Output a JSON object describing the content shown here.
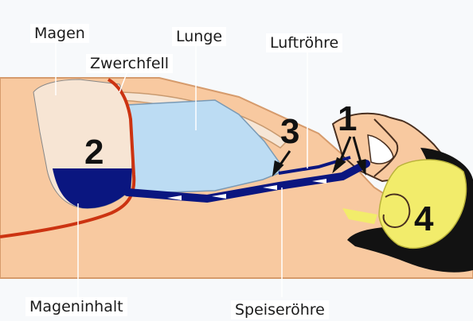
{
  "labels": {
    "magen": "Magen",
    "lunge": "Lunge",
    "zwerchfell": "Zwerchfell",
    "luftroehre": "Luftröhre",
    "mageninhalt": "Mageninhalt",
    "speiseroehre": "Speiseröhre"
  },
  "numbers": {
    "n1": "1",
    "n2": "2",
    "n3": "3",
    "n4": "4"
  },
  "colors": {
    "skin": "#f8c9a0",
    "skin_outline": "#d69b6c",
    "stomach": "#f7e5d4",
    "stomach_content": "#0a1680",
    "lung": "#bcdcf3",
    "esophagus": "#0a1680",
    "diaphragm": "#cc3311",
    "hair": "#121212",
    "ear_region": "#f2ec6b",
    "rib": "#f6e6d6"
  }
}
